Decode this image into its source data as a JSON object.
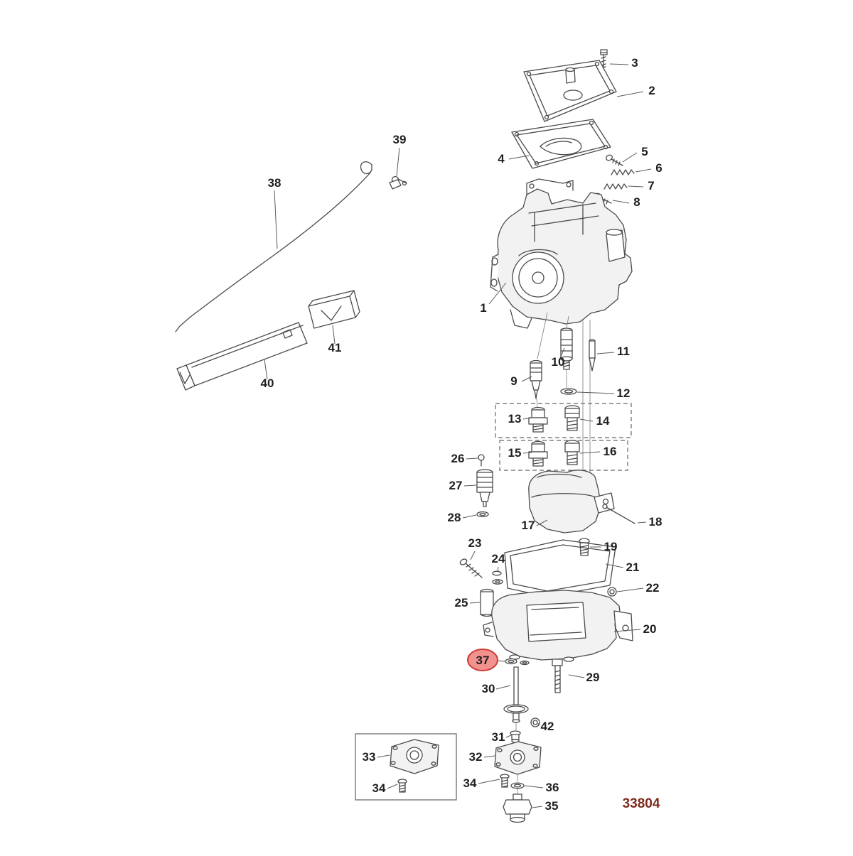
{
  "page": {
    "background": "#ffffff"
  },
  "diagram": {
    "number": "33804",
    "number_color": "#7d2b1e",
    "colors": {
      "line": "#4a4a4a",
      "label": "#1f1f1f",
      "highlight_fill": "#f2928e",
      "highlight_stroke": "#cd3c35"
    },
    "labels": {
      "p1": "1",
      "p2": "2",
      "p3": "3",
      "p4": "4",
      "p5": "5",
      "p6": "6",
      "p7": "7",
      "p8": "8",
      "p9": "9",
      "p10": "10",
      "p11": "11",
      "p12": "12",
      "p13": "13",
      "p14": "14",
      "p15": "15",
      "p16": "16",
      "p17": "17",
      "p18": "18",
      "p19": "19",
      "p20": "20",
      "p21": "21",
      "p22": "22",
      "p23": "23",
      "p24": "24",
      "p25": "25",
      "p26": "26",
      "p27": "27",
      "p28": "28",
      "p29": "29",
      "p30": "30",
      "p31": "31",
      "p32": "32",
      "p33": "33",
      "p34": "34",
      "p35": "35",
      "p36": "36",
      "p37": "37",
      "p38": "38",
      "p39": "39",
      "p40": "40",
      "p41": "41",
      "p42": "42"
    }
  }
}
